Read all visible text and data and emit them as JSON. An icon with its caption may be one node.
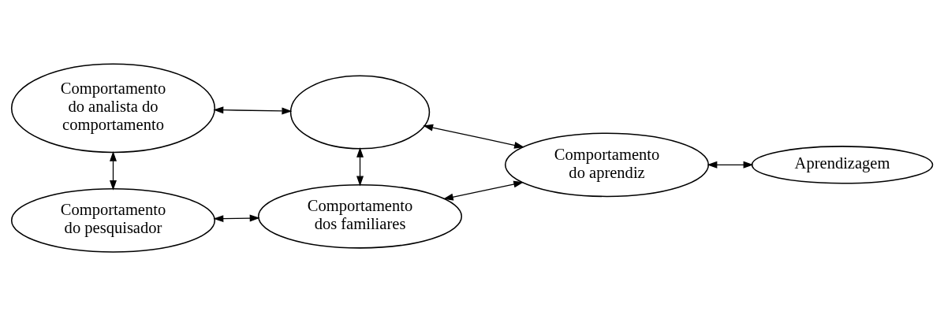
{
  "diagram": {
    "nodes": [
      {
        "text": [
          "Comportamento do analista do comportamento"
        ]
      },
      {
        "text": [],
        "shape": "ellipse"
      },
      {
        "text": [
          "Comportamento do aprendiz"
        ]
      },
      {
        "text": [
          "Aprendizagem"
        ]
      },
      {
        "text": [
          "Comportamento do pesquisador"
        ]
      },
      {
        "text": [
          "Comportamento dos familiares"
        ]
      }
    ],
    "edges": [
      {
        "from": 0,
        "to": 1,
        "arrow": "both"
      },
      {
        "from": 0,
        "to": 4,
        "arrow": "both"
      },
      {
        "from": 1,
        "to": 5,
        "arrow": "both"
      },
      {
        "from": 1,
        "to": 2,
        "arrow": "both"
      },
      {
        "from": 4,
        "to": 5,
        "arrow": "both"
      },
      {
        "from": 5,
        "to": 2,
        "arrow": "both"
      },
      {
        "from": 2,
        "to": 3,
        "arrow": "both"
      }
    ]
  }
}
